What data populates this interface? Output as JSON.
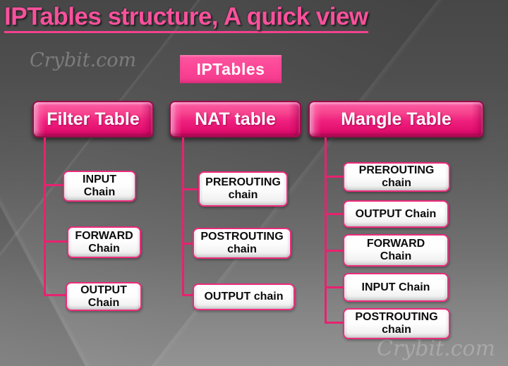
{
  "title": "IPTables structure, A quick view",
  "watermark_top": "Crybit.com",
  "watermark_bottom": "Crybit.com",
  "root": {
    "label": "IPTables"
  },
  "colors": {
    "accent_pink": "#f23a8c",
    "header_dark_pink": "#d60b67",
    "connector_pink": "#e72270",
    "chain_border_pink": "#ec2c7d",
    "title_pink": "#f8519c",
    "background_top": "#474747",
    "background_bottom": "#939393"
  },
  "tables": [
    {
      "name": "Filter Table",
      "chains": [
        {
          "line1": "INPUT",
          "line2": "Chain"
        },
        {
          "line1": "FORWARD",
          "line2": "Chain"
        },
        {
          "line1": "OUTPUT",
          "line2": "Chain"
        }
      ]
    },
    {
      "name": "NAT table",
      "chains": [
        {
          "line1": "PREROUTING",
          "line2": "chain"
        },
        {
          "line1": "POSTROUTING",
          "line2": "chain"
        },
        {
          "line1": "OUTPUT chain"
        }
      ]
    },
    {
      "name": "Mangle Table",
      "chains": [
        {
          "line1": "PREROUTING",
          "line2": "chain"
        },
        {
          "line1": "OUTPUT Chain"
        },
        {
          "line1": "FORWARD",
          "line2": "Chain"
        },
        {
          "line1": "INPUT Chain"
        },
        {
          "line1": "POSTROUTING",
          "line2": "chain"
        }
      ]
    }
  ]
}
